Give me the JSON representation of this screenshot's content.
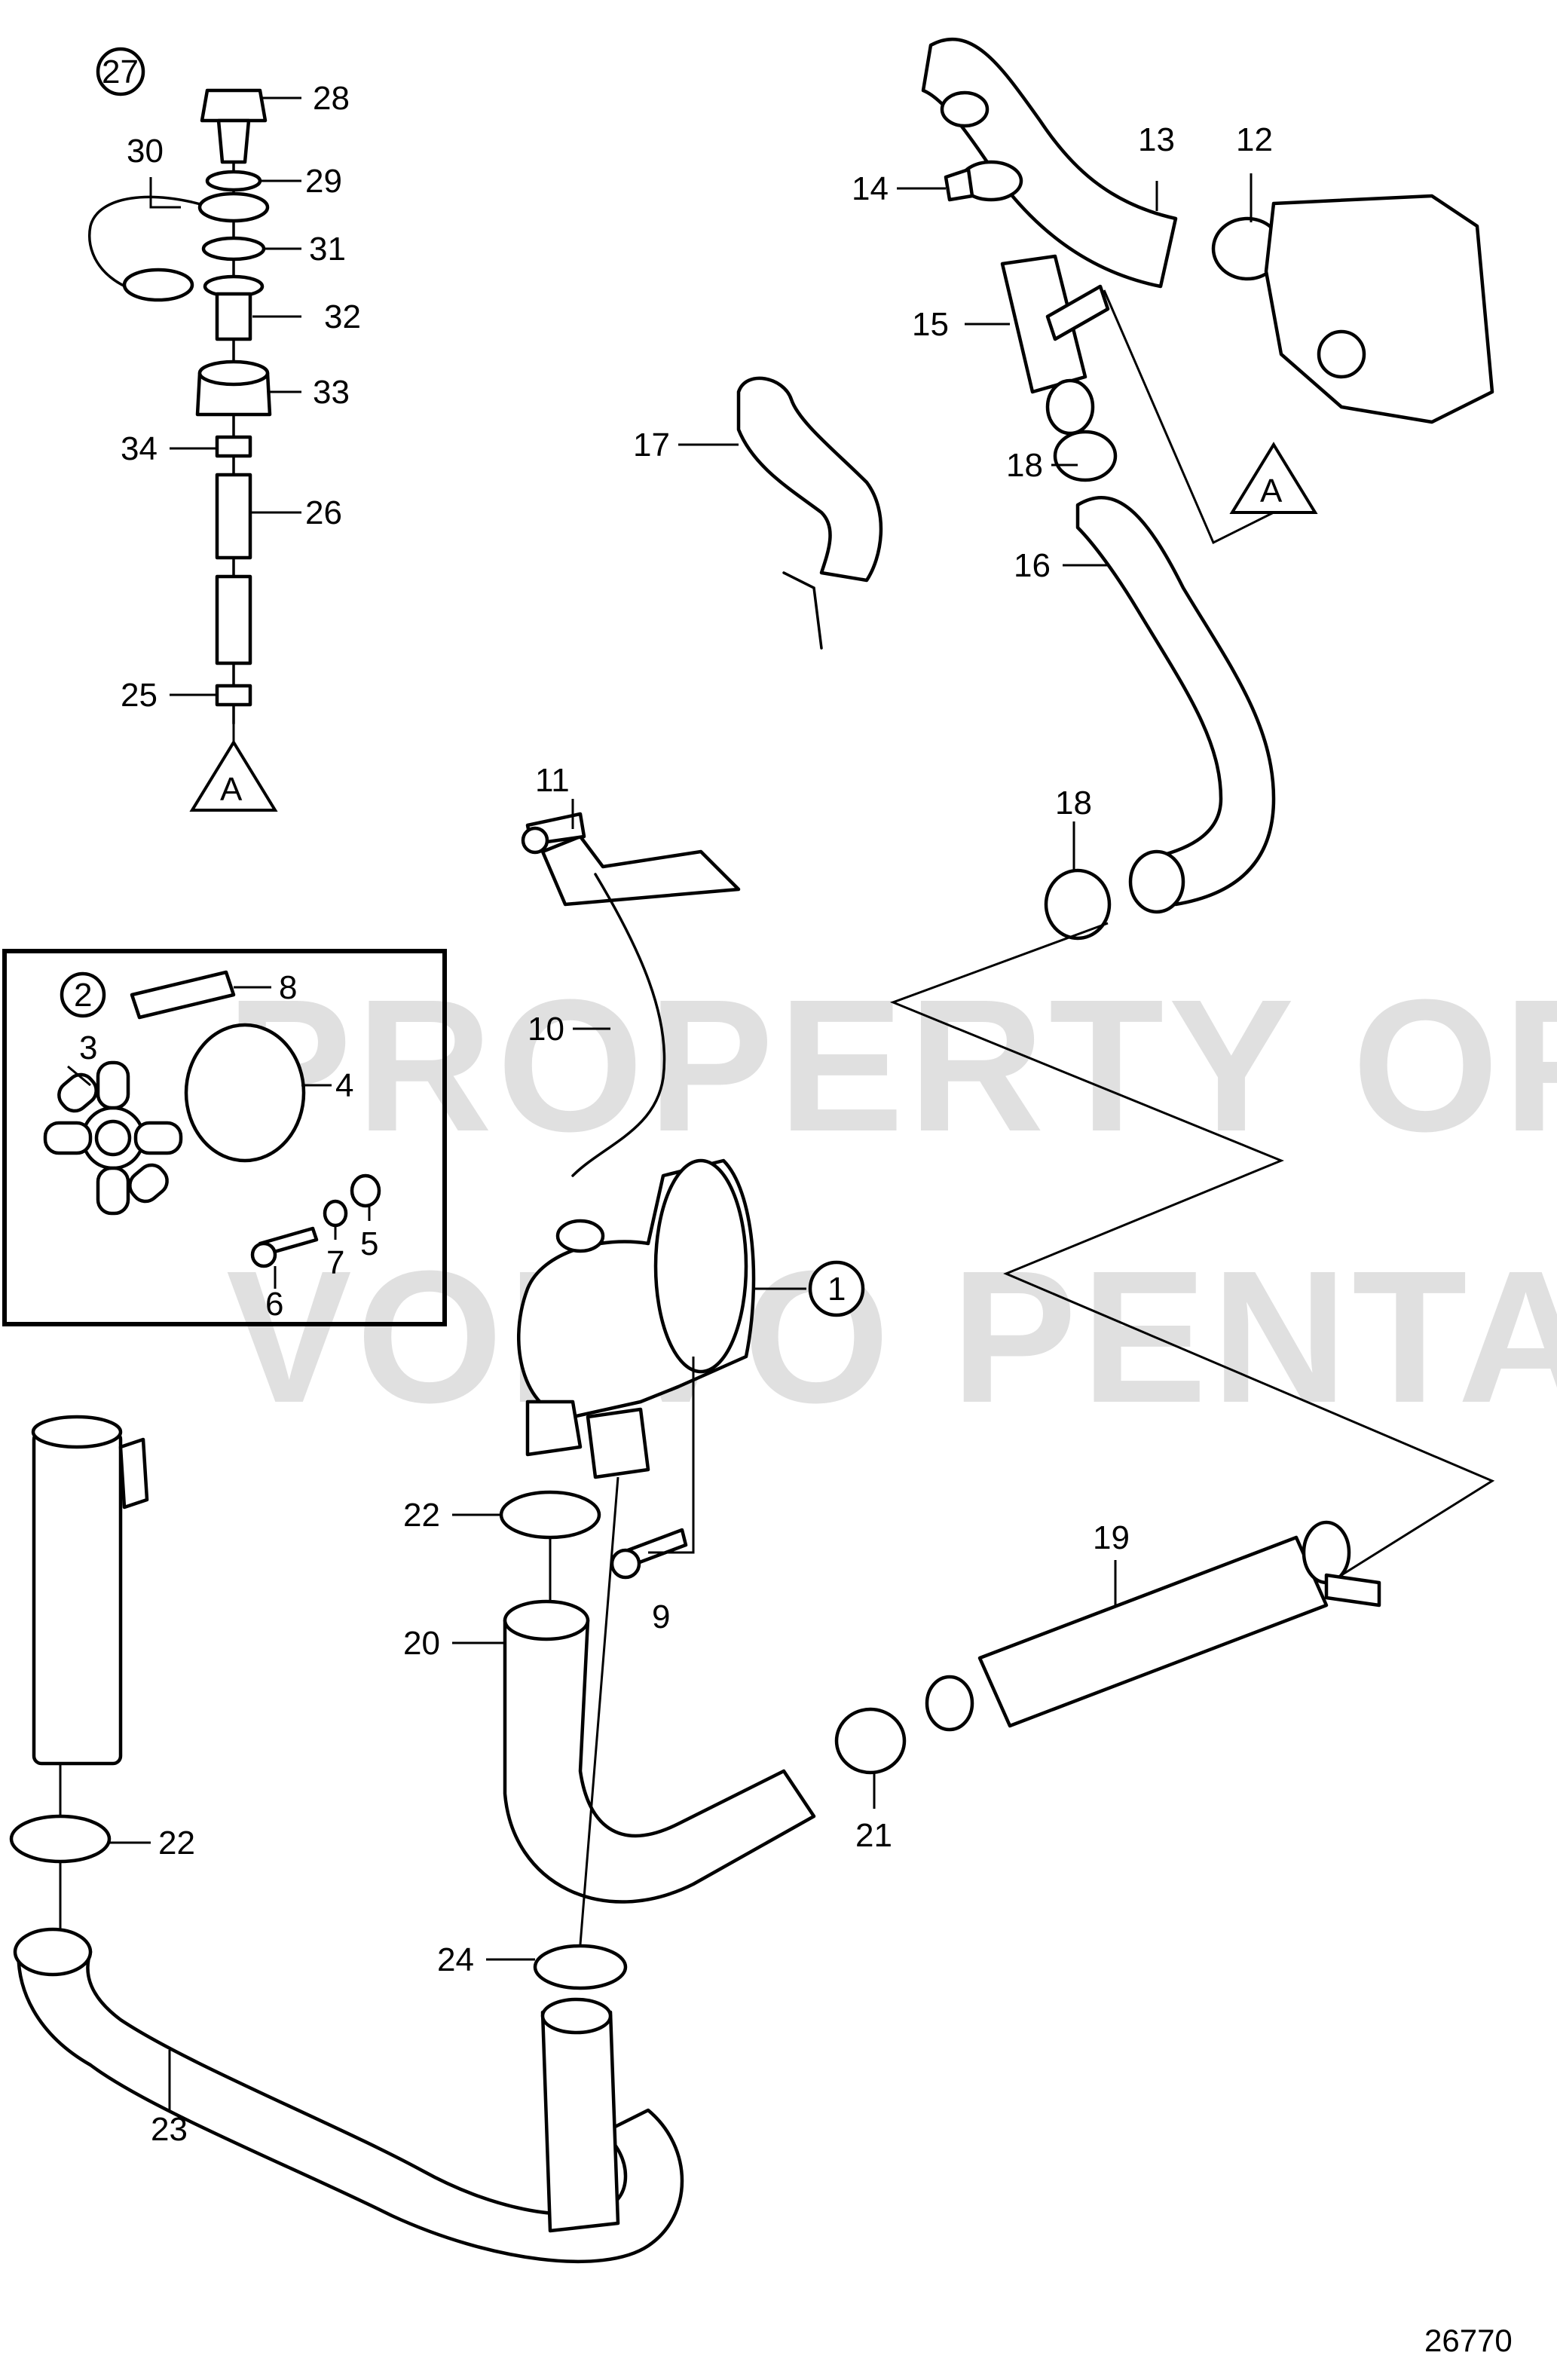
{
  "watermark": {
    "line1": "PROPERTY OF",
    "line2": "VOLVO PENTA"
  },
  "reference_number": "26770",
  "callouts": {
    "c1": "1",
    "c2": "2",
    "c3": "3",
    "c4": "4",
    "c5": "5",
    "c6": "6",
    "c7": "7",
    "c8": "8",
    "c9": "9",
    "c10": "10",
    "c11": "11",
    "c12": "12",
    "c13": "13",
    "c14": "14",
    "c15": "15",
    "c16": "16",
    "c17": "17",
    "c18a": "18",
    "c18b": "18",
    "c19": "19",
    "c20": "20",
    "c21": "21",
    "c22a": "22",
    "c22b": "22",
    "c23": "23",
    "c24": "24",
    "c25": "25",
    "c26": "26",
    "c27": "27",
    "c28": "28",
    "c29": "29",
    "c30": "30",
    "c31": "31",
    "c32": "32",
    "c33": "33",
    "c34": "34"
  },
  "connection_markers": {
    "a_left": "A",
    "a_right": "A"
  }
}
